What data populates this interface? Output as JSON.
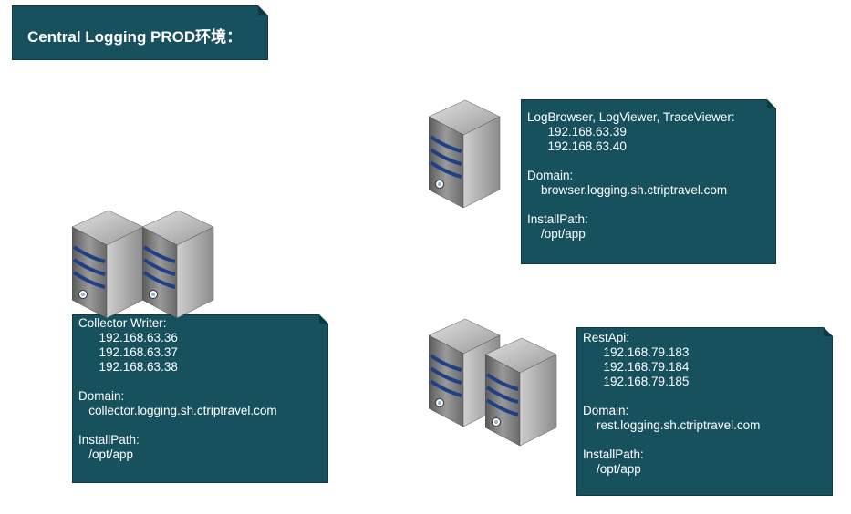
{
  "title": "Central Logging PROD环境：",
  "notes": {
    "collector": {
      "lines": [
        "Collector Writer:",
        "      192.168.63.36",
        "      192.168.63.37",
        "      192.168.63.38",
        "",
        "Domain:",
        "   collector.logging.sh.ctriptravel.com",
        "",
        "InstallPath:",
        "   /opt/app"
      ]
    },
    "browser": {
      "lines": [
        "LogBrowser, LogViewer, TraceViewer:",
        "      192.168.63.39",
        "      192.168.63.40",
        "",
        "Domain:",
        "    browser.logging.sh.ctriptravel.com",
        "",
        "InstallPath:",
        "    /opt/app"
      ]
    },
    "restapi": {
      "lines": [
        "RestApi:",
        "      192.168.79.183",
        "      192.168.79.184",
        "      192.168.79.185",
        "",
        "Domain:",
        "    rest.logging.sh.ctriptravel.com",
        "",
        "InstallPath:",
        "    /opt/app"
      ]
    }
  },
  "icons": [
    "server-icon"
  ],
  "colors": {
    "note_bg": "#17515e",
    "text": "#ffffff"
  }
}
